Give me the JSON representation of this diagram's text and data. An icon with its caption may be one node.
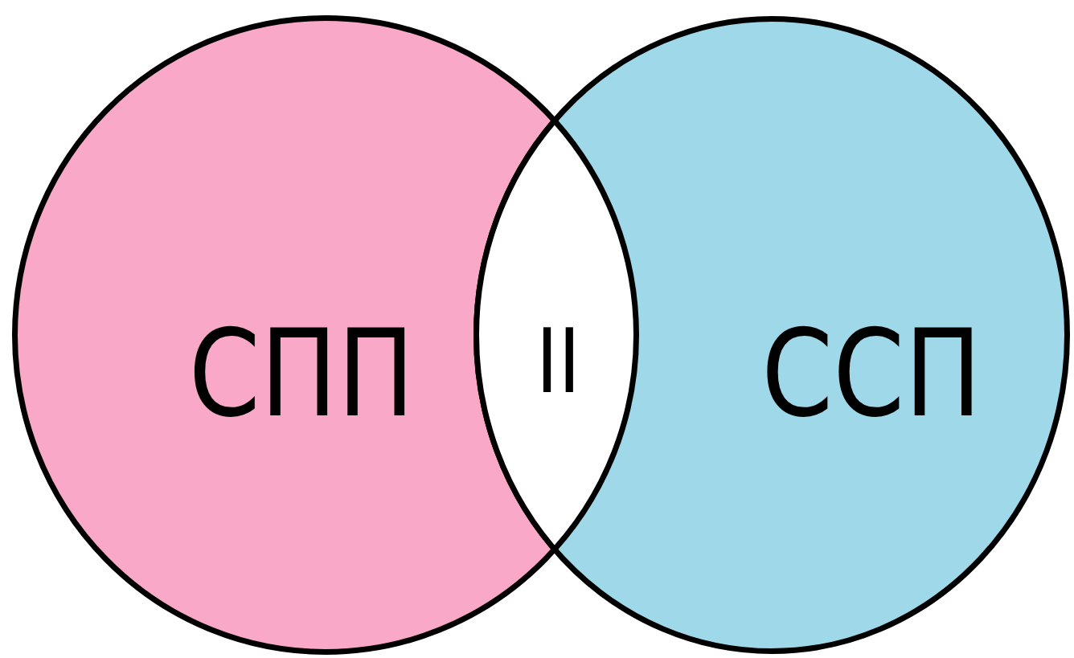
{
  "diagram": {
    "nodes": [
      {
        "text": [
          "СПП"
        ]
      },
      {
        "text": [
          "ССП"
        ]
      }
    ],
    "labels": [
      "II"
    ]
  }
}
